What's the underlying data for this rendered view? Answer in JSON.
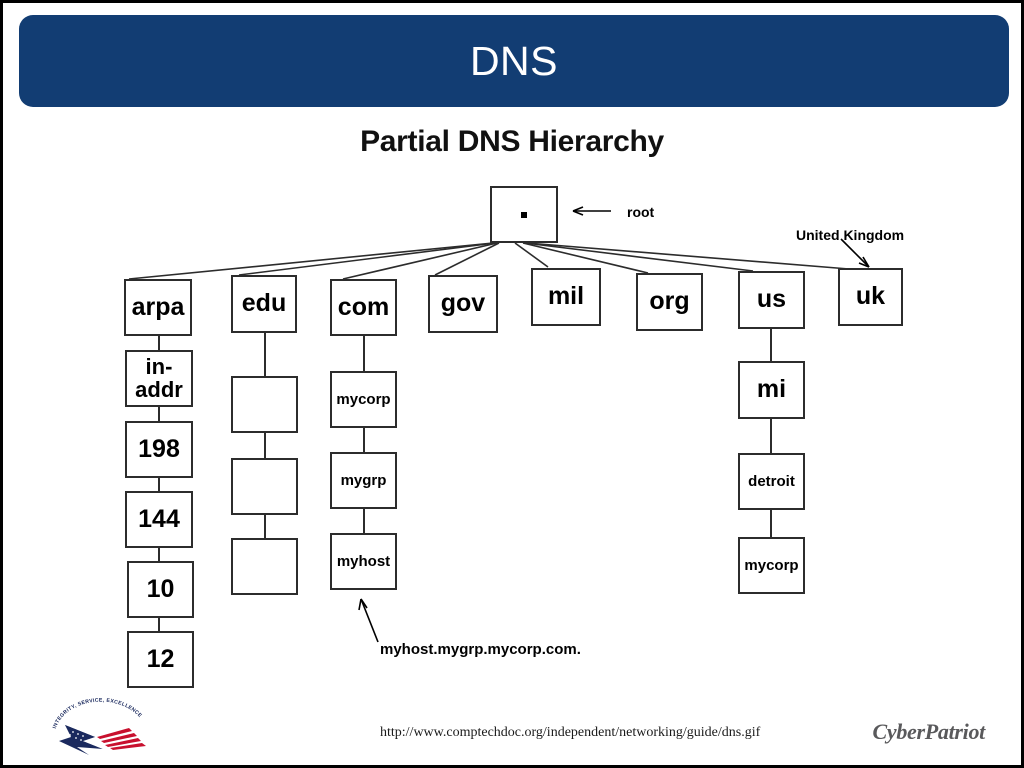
{
  "slide": {
    "title": "DNS",
    "banner_color": "#123d73"
  },
  "diagram": {
    "title": "Partial DNS Hierarchy",
    "root": {
      "label": ".",
      "annotation": "root"
    },
    "tlds": [
      {
        "label": "arpa"
      },
      {
        "label": "edu"
      },
      {
        "label": "com"
      },
      {
        "label": "gov"
      },
      {
        "label": "mil"
      },
      {
        "label": "org"
      },
      {
        "label": "us"
      },
      {
        "label": "uk",
        "annotation": "United Kingdom"
      }
    ],
    "arpa_chain": [
      "in-addr",
      "198",
      "144",
      "10",
      "12"
    ],
    "edu_chain": [
      "",
      "",
      ""
    ],
    "com_chain": [
      "mycorp",
      "mygrp",
      "myhost"
    ],
    "us_chain": [
      "mi",
      "detroit",
      "mycorp"
    ],
    "fqdn_annotation": "myhost.mygrp.mycorp.com."
  },
  "footer": {
    "source_url": "http://www.comptechdoc.org/independent/networking/guide/dns.gif",
    "brand": "CyberPatriot",
    "af_motto": "INTEGRITY, SERVICE, EXCELLENCE"
  }
}
